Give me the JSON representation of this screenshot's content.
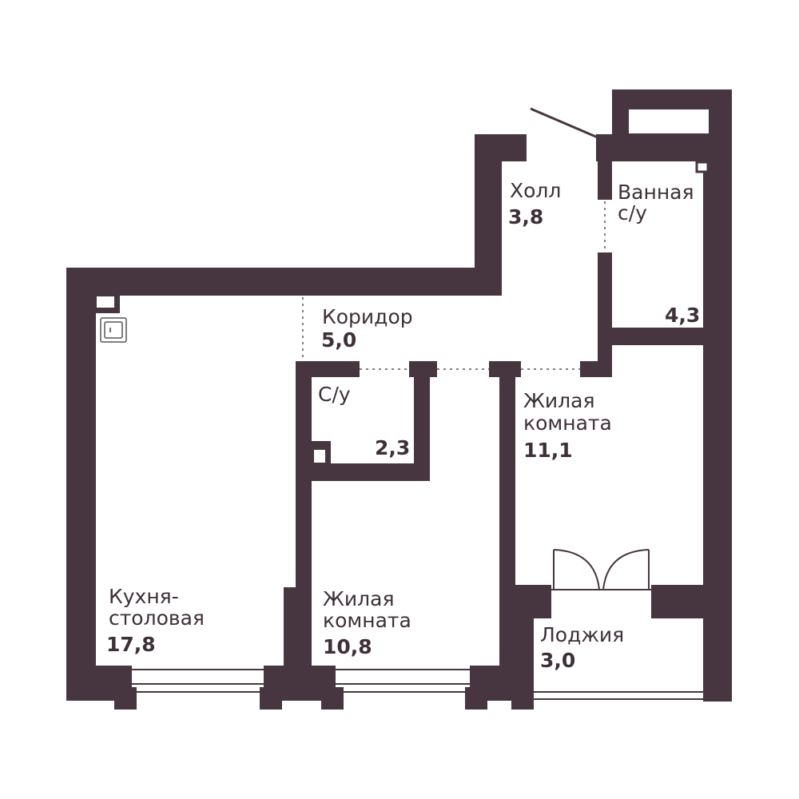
{
  "colors": {
    "wall": "#47363f",
    "label": "#3e3039",
    "background": "#ffffff"
  },
  "rooms": {
    "hall": {
      "name": "Холл",
      "area": "3,8"
    },
    "bath": {
      "name_line1": "Ванная",
      "name_line2": "с/у",
      "area": "4,3"
    },
    "corridor": {
      "name": "Коридор",
      "area": "5,0"
    },
    "wc": {
      "name": "С/у",
      "area": "2,3"
    },
    "bedroom1": {
      "name_line1": "Жилая",
      "name_line2": "комната",
      "area": "11,1"
    },
    "kitchen": {
      "name_line1": "Кухня-",
      "name_line2": "столовая",
      "area": "17,8"
    },
    "bedroom2": {
      "name_line1": "Жилая",
      "name_line2": "комната",
      "area": "10,8"
    },
    "loggia": {
      "name": "Лоджия",
      "area": "3,0"
    }
  },
  "icons": {
    "sink": "sink-icon",
    "door": "door-swing-icon",
    "window": "window-icon"
  }
}
